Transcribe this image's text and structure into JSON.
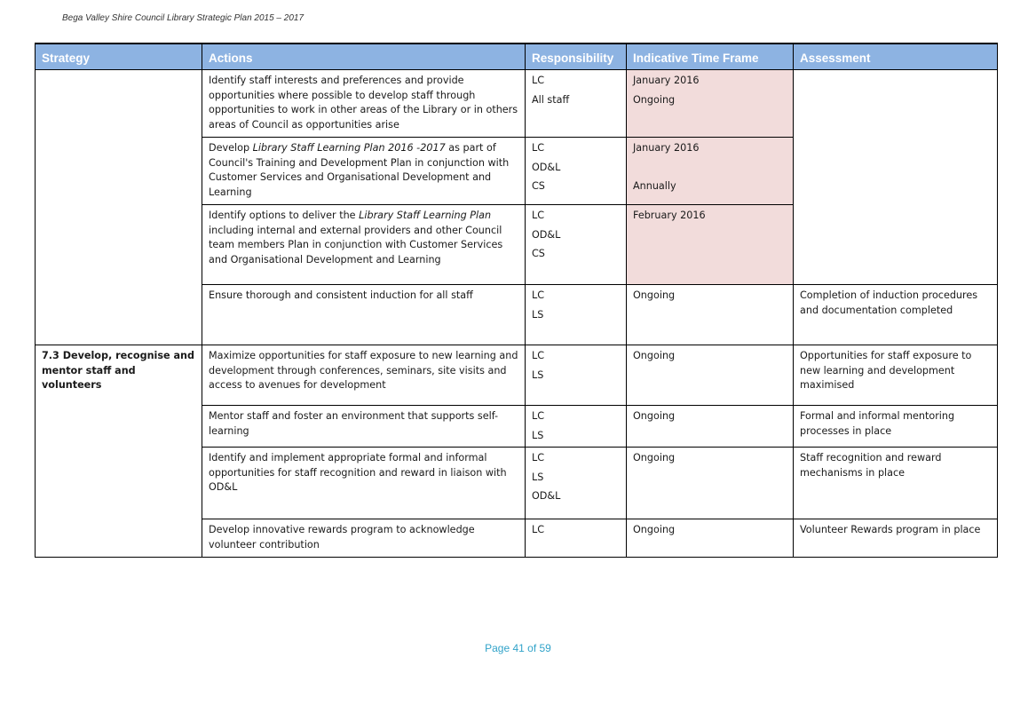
{
  "document": {
    "running_header": "Bega Valley Shire Council Library Strategic Plan 2015 – 2017",
    "page_number": "Page 41 of 59"
  },
  "table": {
    "headers": {
      "strategy": "Strategy",
      "actions": "Actions",
      "responsibility": "Responsibility",
      "time_frame": "Indicative Time Frame",
      "assessment": "Assessment"
    },
    "rows": [
      {
        "strategy": "",
        "action": "Identify staff interests and preferences and provide opportunities where possible to develop staff through opportunities to work in other areas of the Library or in others areas of Council as opportunities  arise",
        "responsibility": [
          "LC",
          "All staff"
        ],
        "time_frame": [
          "January  2016",
          "Ongoing"
        ],
        "assessment": ""
      },
      {
        "action_pre": "Develop ",
        "action_em": "Library Staff Learning Plan 2016 -2017",
        "action_post": "  as part of Council's Training and Development Plan in conjunction with Customer Services and Organisational Development and Learning",
        "responsibility": [
          "LC",
          "OD&L",
          "CS"
        ],
        "time_frame": [
          "January  2016",
          "Annually"
        ]
      },
      {
        "action_pre": "Identify options to deliver the  ",
        "action_em": "Library Staff Learning Plan",
        "action_post": " including internal and external providers and other Council team members Plan in conjunction with Customer Services and Organisational Development and Learning",
        "responsibility": [
          "LC",
          "OD&L",
          "CS"
        ],
        "time_frame": [
          "February  2016"
        ]
      },
      {
        "action": "Ensure thorough and consistent induction for all staff",
        "responsibility": [
          "LC",
          "LS"
        ],
        "time_frame": [
          "Ongoing"
        ],
        "assessment": "Completion of induction procedures and documentation completed"
      },
      {
        "strategy": "7.3 Develop, recognise  and mentor staff and volunteers",
        "action": "Maximize opportunities for staff exposure to new learning and development through conferences, seminars, site visits and access to avenues for development",
        "responsibility": [
          "LC",
          "LS"
        ],
        "time_frame": [
          "Ongoing"
        ],
        "assessment": "Opportunities for staff exposure to new learning and development maximised"
      },
      {
        "action": "Mentor staff and foster an environment that supports self-learning",
        "responsibility": [
          "LC",
          "LS"
        ],
        "time_frame": [
          "Ongoing"
        ],
        "assessment": "Formal and informal mentoring processes in place"
      },
      {
        "action": "Identify and implement appropriate formal and informal opportunities for staff recognition and reward in liaison with OD&L",
        "responsibility": [
          "LC",
          "LS",
          "OD&L"
        ],
        "time_frame": [
          "Ongoing"
        ],
        "assessment": "Staff recognition and reward mechanisms in place"
      },
      {
        "action": "Develop innovative rewards program to acknowledge volunteer contribution",
        "responsibility": [
          "LC"
        ],
        "time_frame": [
          "Ongoing"
        ],
        "assessment": "Volunteer Rewards program in place"
      }
    ]
  },
  "colors": {
    "header_bg": "#8db3e2",
    "highlight_bg": "#f2dcdb",
    "page_number": "#31a3c9"
  }
}
